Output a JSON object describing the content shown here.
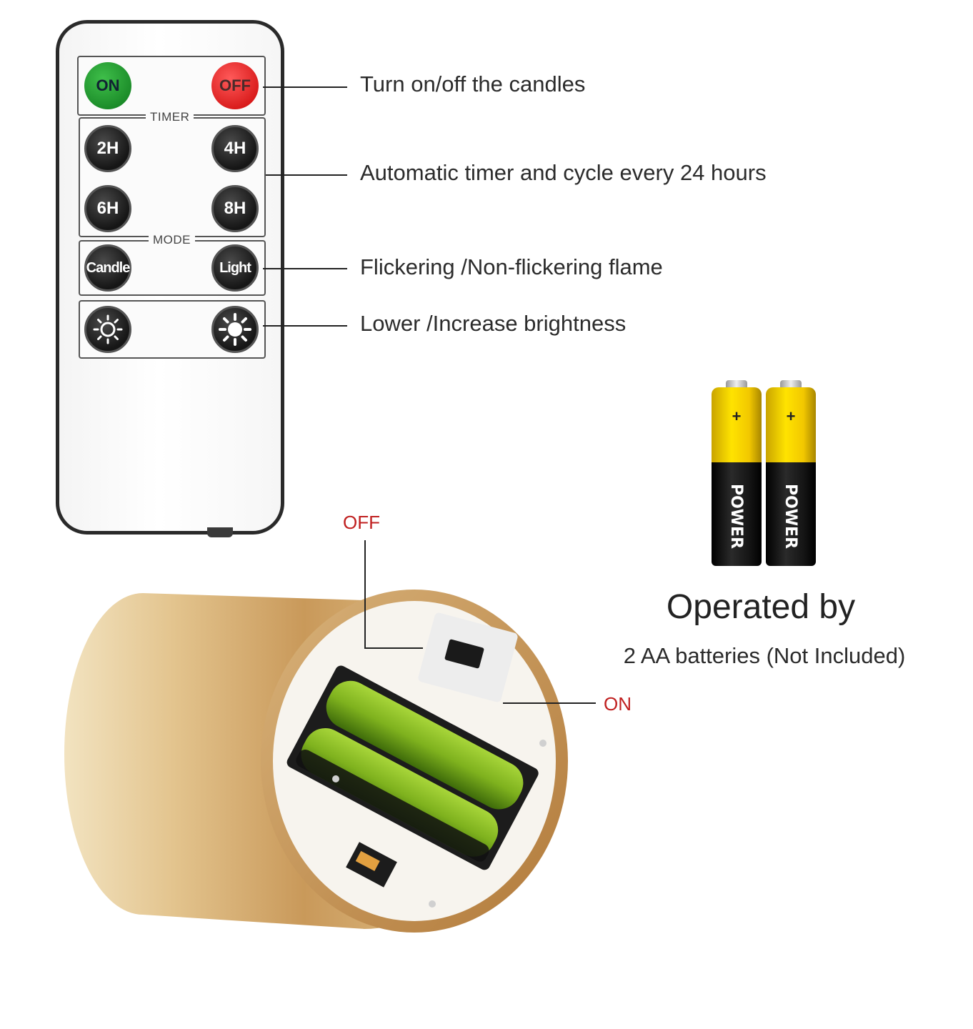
{
  "remote": {
    "on_label": "ON",
    "off_label": "OFF",
    "timer_label": "TIMER",
    "timer_buttons": [
      "2H",
      "4H",
      "6H",
      "8H"
    ],
    "mode_label": "MODE",
    "mode_buttons": [
      "Candle",
      "Light"
    ],
    "brightness_buttons": [
      "dim-sun-icon",
      "bright-sun-icon"
    ]
  },
  "callouts": {
    "power": "Turn on/off the candles",
    "timer": "Automatic timer and cycle every 24 hours",
    "mode": "Flickering /Non-flickering flame",
    "brightness": "Lower /Increase brightness"
  },
  "switch": {
    "off_label": "OFF",
    "on_label": "ON"
  },
  "batteries": {
    "brand": "POWER",
    "plus": "+",
    "title": "Operated by",
    "subtitle": "2 AA batteries (Not Included)"
  },
  "colors": {
    "on_green": "#2aa838",
    "off_red": "#e52b2b",
    "label_red": "#c02020",
    "candle_gold": "#d9b77a",
    "battery_yellow": "#ffe300"
  }
}
